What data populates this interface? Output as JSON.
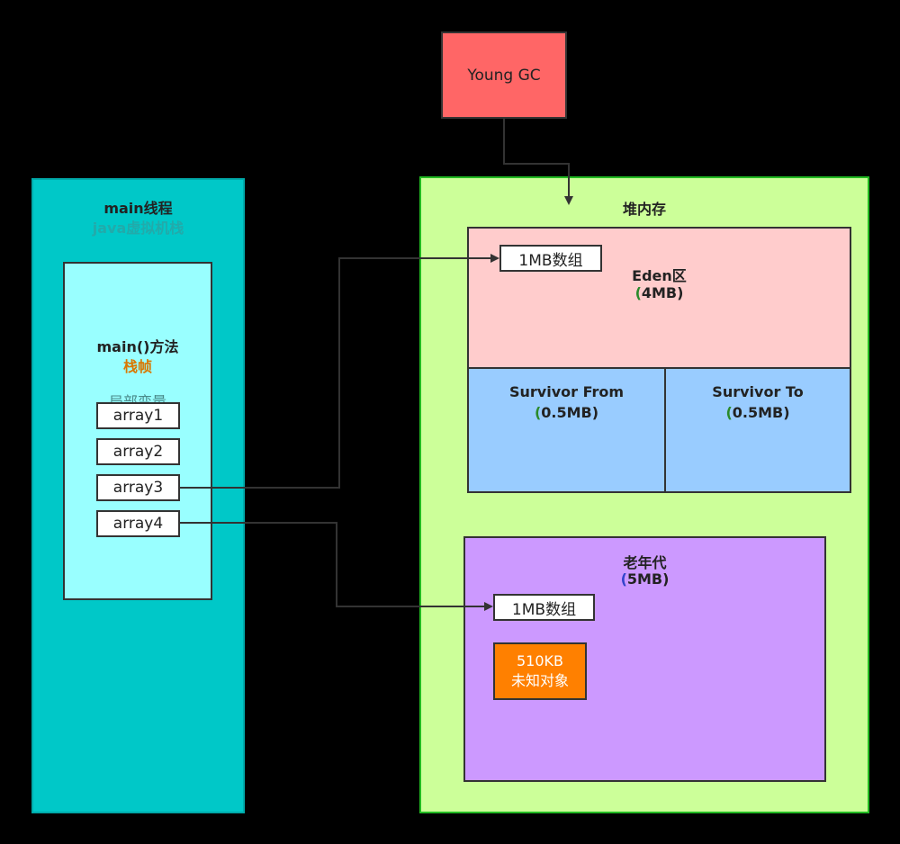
{
  "young_gc": {
    "label": "Young GC",
    "color": "#ff6666"
  },
  "thread": {
    "title": "main线程",
    "subtitle": "java虚拟机栈",
    "frame": {
      "title": "main()方法",
      "subtitle": "栈帧",
      "locals_label": "局部变量",
      "variables": [
        "array1",
        "array2",
        "array3",
        "array4"
      ]
    }
  },
  "heap": {
    "title": "堆内存",
    "eden": {
      "title": "Eden区",
      "size_open": "(",
      "size": "4MB",
      "size_close": ")",
      "array_label": "1MB数组"
    },
    "survivor_from": {
      "title": "Survivor From",
      "size_open": "(",
      "size": "0.5MB",
      "size_close": ")"
    },
    "survivor_to": {
      "title": "Survivor To",
      "size_open": "(",
      "size": "0.5MB",
      "size_close": ")"
    },
    "old_gen": {
      "title": "老年代",
      "size_open": "(",
      "size": "5MB",
      "size_close": ")",
      "array_label": "1MB数组",
      "unknown_object": {
        "size": "510KB",
        "label": "未知对象"
      }
    }
  },
  "colors": {
    "thread_bg": "#00c8c8",
    "frame_bg": "#99ffff",
    "heap_bg": "#ccff99",
    "eden_bg": "#ffcccc",
    "survivor_bg": "#99ccff",
    "old_bg": "#cc99ff",
    "unknown_obj_bg": "#ff8000"
  }
}
